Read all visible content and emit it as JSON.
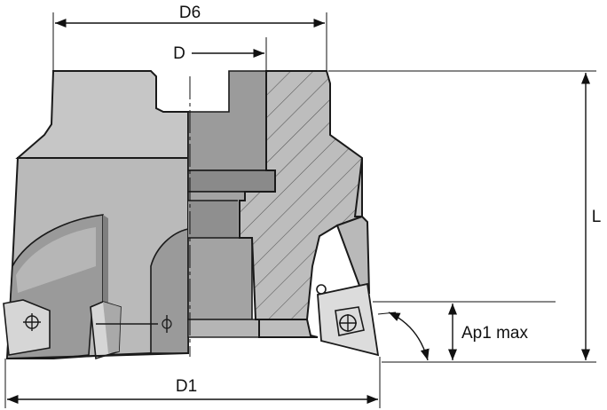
{
  "labels": {
    "d6": "D6",
    "d": "D",
    "l": "L",
    "ap1max": "Ap1 max",
    "d1": "D1"
  },
  "colors": {
    "body_light": "#c4c4c4",
    "body_mid": "#b3b3b3",
    "body_dark": "#8f8f8f",
    "section_fill": "#bdbdbd",
    "hatch": "#555555",
    "insert": "#d9d9d9",
    "line": "#111111"
  }
}
